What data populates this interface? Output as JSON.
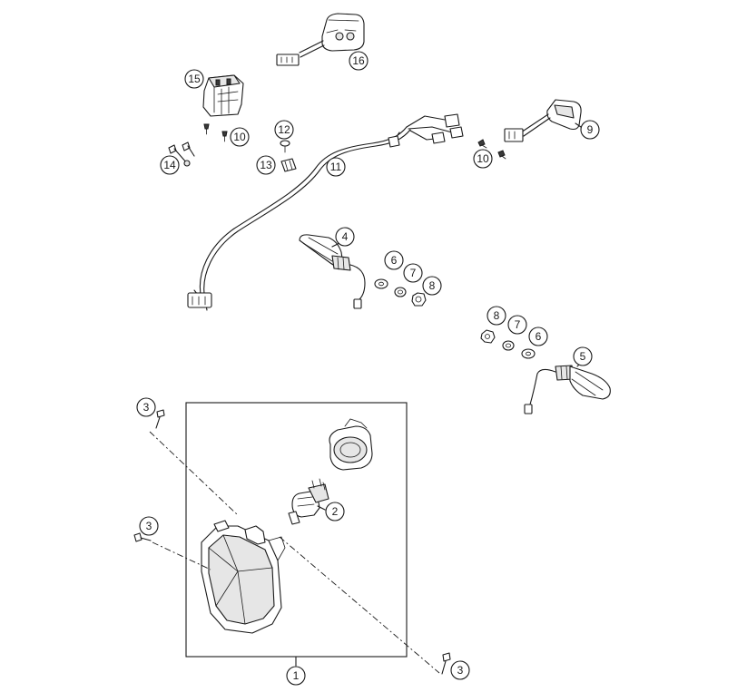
{
  "callouts": {
    "c1": "1",
    "c2": "2",
    "c3a": "3",
    "c3b": "3",
    "c3c": "3",
    "c4": "4",
    "c5": "5",
    "c6a": "6",
    "c6b": "6",
    "c7a": "7",
    "c7b": "7",
    "c8a": "8",
    "c8b": "8",
    "c9": "9",
    "c10a": "10",
    "c10b": "10",
    "c11": "11",
    "c12": "12",
    "c13": "13",
    "c14": "14",
    "c15": "15",
    "c16": "16"
  }
}
